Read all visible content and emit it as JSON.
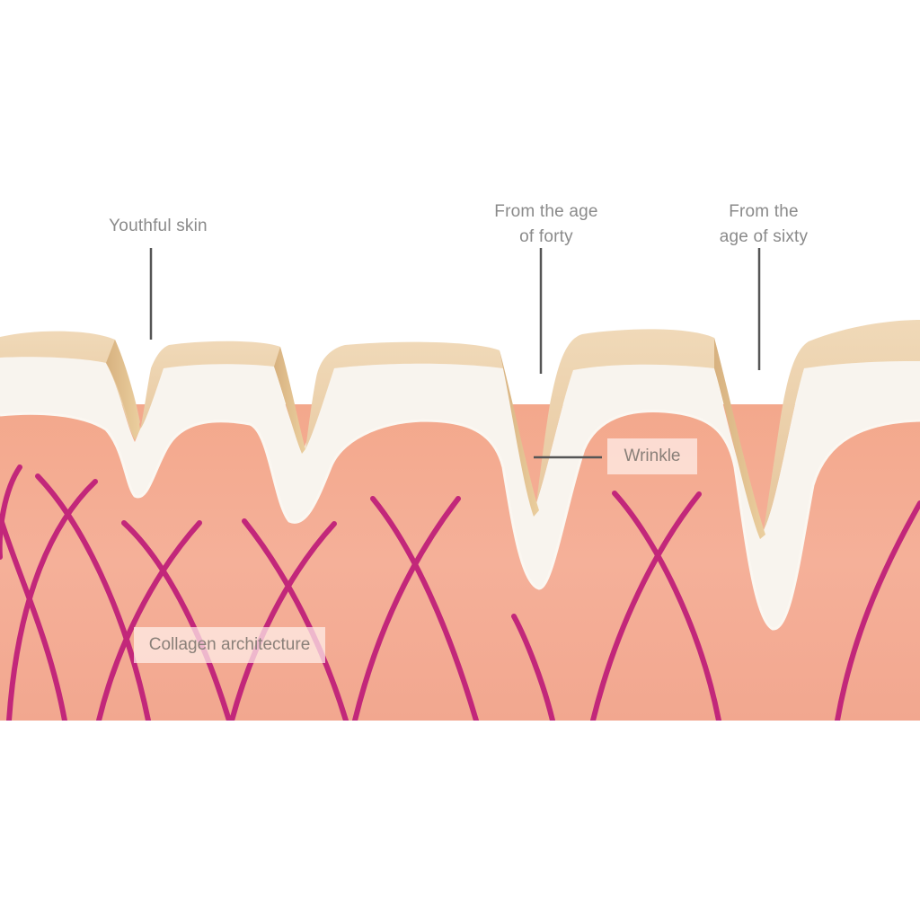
{
  "labels": {
    "youthful_skin": "Youthful skin",
    "age_forty": [
      "From the age",
      "of forty"
    ],
    "age_sixty": [
      "From the",
      "age of sixty"
    ],
    "wrinkle": "Wrinkle",
    "collagen": "Collagen architecture"
  },
  "colors": {
    "background": "#ffffff",
    "epidermis_top": "#ecd0a8",
    "epidermis_layer": "#f7f3ec",
    "dermis": "#f4a98e",
    "collagen_fiber": "#c2277a",
    "leader_line": "#555555",
    "label_text": "#8a8a8a"
  },
  "icons": {
    "skin_cross_section": "skin-cross-section-illustration",
    "collagen_fibers": "collagen-fiber-strands"
  }
}
